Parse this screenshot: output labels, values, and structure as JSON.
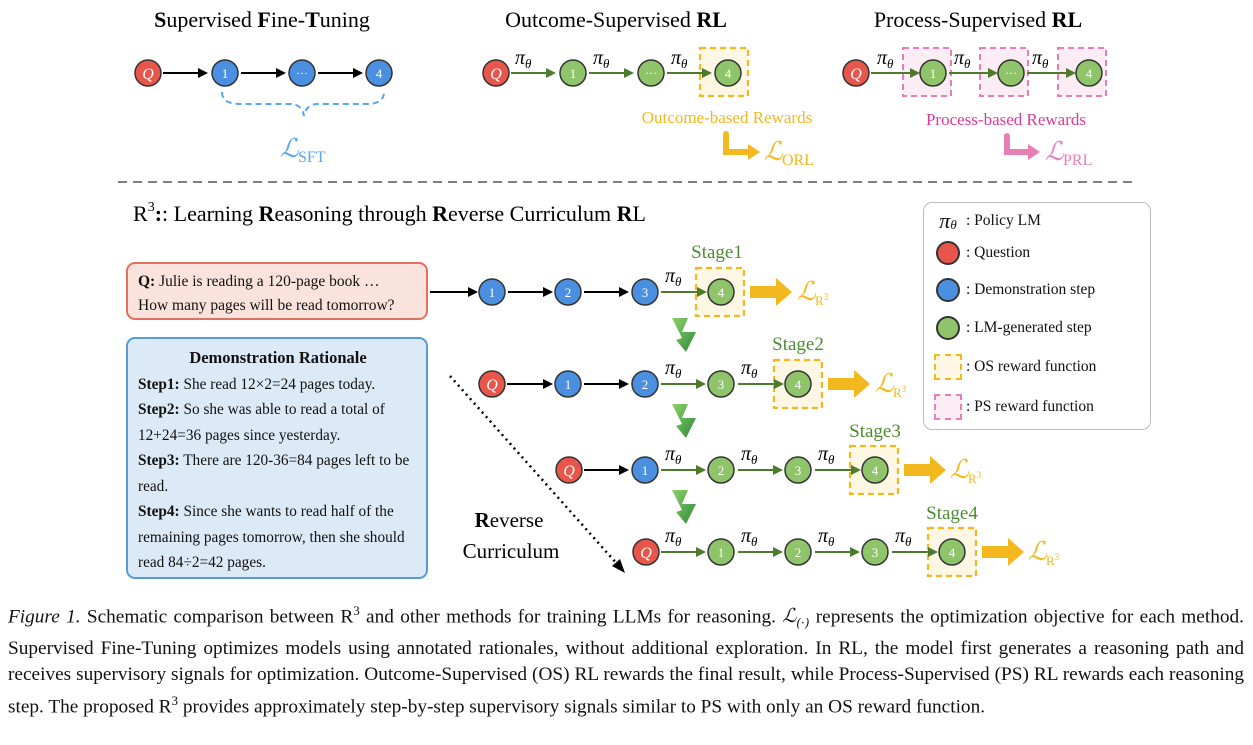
{
  "top": {
    "sft_title_parts": [
      "S",
      "upervised ",
      "F",
      "ine-",
      "T",
      "uning"
    ],
    "os_title": "Outcome-Supervised",
    "os_title_rl": "RL",
    "ps_title": "Process-Supervised",
    "ps_title_rl": "RL",
    "loss_sft_sub": "SFT",
    "loss_orl_sub": "ORL",
    "loss_prl_sub": "PRL",
    "outcome_rewards": "Outcome-based Rewards",
    "process_rewards": "Process-based Rewards"
  },
  "r3": {
    "title_sup": "3",
    "title_rest": ": Learning ",
    "title_r1": "R",
    "title_mid1": "easoning through ",
    "title_r2": "R",
    "title_mid2": "everse Curriculum ",
    "title_r3": "R",
    "title_end": "L",
    "reverse_label_r": "R",
    "reverse_label_1": "everse",
    "reverse_label_2": "Curriculum",
    "stages": [
      "Stage1",
      "Stage2",
      "Stage3",
      "Stage4"
    ]
  },
  "question": {
    "prefix": "Q:",
    "line1": " Julie is reading a 120-page book …",
    "line2": "How many pages will be read tomorrow?"
  },
  "demonstration": {
    "title": "Demonstration Rationale",
    "steps": [
      {
        "label": "Step1:",
        "text": " She read 12×2=24 pages today."
      },
      {
        "label": "Step2:",
        "text": " So she was able to read a total of 12+24=36 pages since yesterday."
      },
      {
        "label": "Step3:",
        "text": " There are 120-36=84 pages left to be read."
      },
      {
        "label": "Step4:",
        "text": " Since she wants to read half of the remaining pages tomorrow, then she should read 84÷2=42 pages."
      }
    ]
  },
  "legend": {
    "policy": ": Policy LM",
    "question": ": Question",
    "demo_step": ": Demonstration step",
    "lm_step": ": LM-generated step",
    "os_reward": ": OS reward function",
    "ps_reward": ": PS reward function"
  },
  "nodes": {
    "q": "Q",
    "n1": "1",
    "n2": "2",
    "n3": "3",
    "n4": "4",
    "dots": "···"
  },
  "caption": {
    "label": "Figure 1.",
    "part1": " Schematic comparison between R",
    "sup1": "3",
    "part2": " and other methods for training LLMs for reasoning. ",
    "part3": " represents the optimization objective for each method. Supervised Fine-Tuning optimizes models using annotated rationales, without additional exploration. In RL, the model first generates a reasoning path and receives supervisory signals for optimization. Outcome-Supervised (OS) RL rewards the final result, while Process-Supervised (PS) RL rewards each reasoning step. The proposed R",
    "sup2": "3",
    "part4": " provides approximately step-by-step supervisory signals similar to PS with only an OS reward function."
  },
  "colors": {
    "question_fill": "#e8564b",
    "demo_fill": "#4a8fe0",
    "lm_fill": "#8fc46a",
    "os_yellow": "#f2b81d",
    "ps_pink": "#e77fb4",
    "sft_blue": "#5aa7e8",
    "stage_green": "#4f8a33"
  }
}
